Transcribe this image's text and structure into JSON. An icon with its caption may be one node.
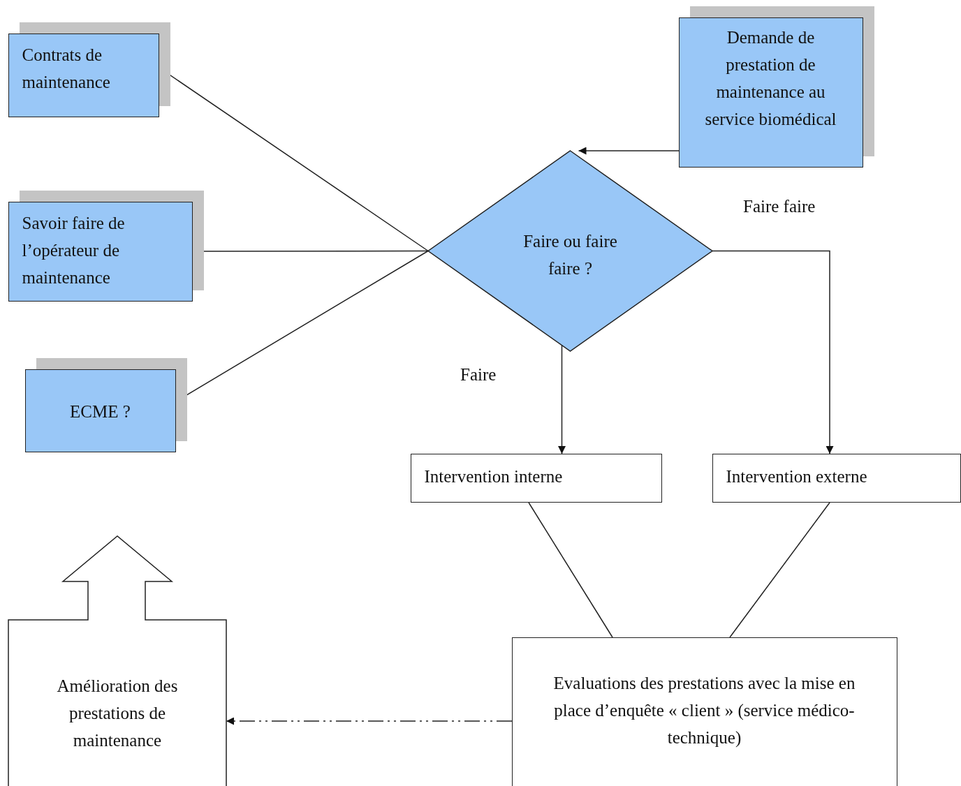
{
  "diagram": {
    "nodes": [
      {
        "text": [
          "Contrats de maintenance"
        ]
      },
      {
        "text": [
          "Savoir faire de l’opérateur de maintenance"
        ]
      },
      {
        "text": [
          "ECME ?"
        ]
      },
      {
        "text": [
          "Demande de prestation de maintenance au service biomédical"
        ]
      },
      {
        "text": [
          "Faire ou faire faire ?"
        ]
      },
      {
        "text": [
          "Intervention interne"
        ]
      },
      {
        "text": [
          "Intervention externe"
        ]
      },
      {
        "text": [
          "Evaluations des prestations avec la mise en place d’enquête « client » (service médico-technique)"
        ]
      },
      {
        "text": [
          "Amélioration des prestations de maintenance"
        ]
      }
    ],
    "edges": [
      {
        "from": 0,
        "to": 4,
        "arrow": "none"
      },
      {
        "from": 1,
        "to": 4,
        "arrow": "none"
      },
      {
        "from": 2,
        "to": 4,
        "arrow": "none"
      },
      {
        "from": 3,
        "to": 4,
        "arrow": "to"
      },
      {
        "from": 4,
        "to": 5,
        "arrow": "to",
        "label": "Faire"
      },
      {
        "from": 4,
        "to": 6,
        "arrow": "to",
        "label": "Faire faire"
      },
      {
        "from": 5,
        "to": 7,
        "arrow": "none"
      },
      {
        "from": 6,
        "to": 7,
        "arrow": "none"
      },
      {
        "from": 7,
        "to": 8,
        "arrow": "to",
        "style": "dashed"
      }
    ]
  }
}
